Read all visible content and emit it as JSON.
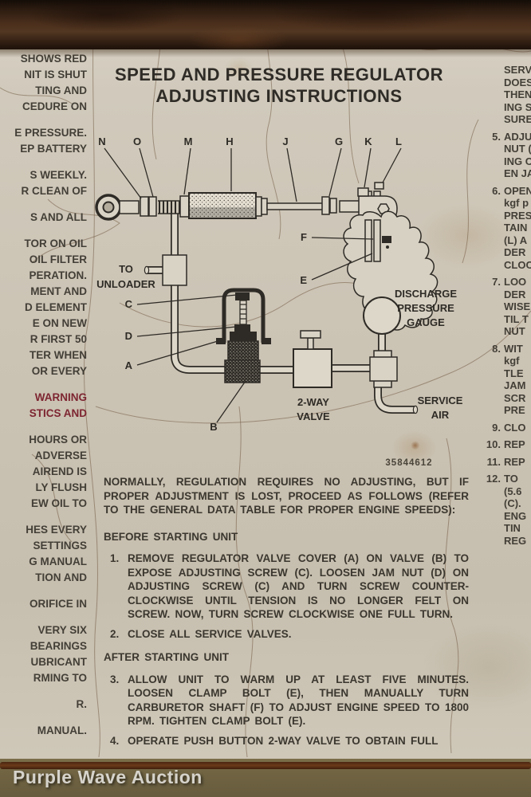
{
  "photo": {
    "watermark": "Purple Wave Auction"
  },
  "colors": {
    "placard_bg": "#ccc4b5",
    "ink": "#3b372f",
    "warning_red": "#7d2531",
    "metal_frame_brown": "#3a2416",
    "left_edge_red": "#541115",
    "ground_olive": "#6f6342",
    "watermark_gray": "#d6d3cb"
  },
  "placard": {
    "title_line1": "SPEED AND PRESSURE REGULATOR",
    "title_line2": "ADJUSTING INSTRUCTIONS",
    "part_number": "35844612",
    "diagram": {
      "top_labels": [
        "N",
        "O",
        "M",
        "H",
        "J",
        "G",
        "K",
        "L"
      ],
      "callouts": {
        "f": "F",
        "e": "E",
        "c": "C",
        "d": "D",
        "a": "A",
        "b": "B"
      },
      "labels": {
        "to": "TO",
        "unloader": "UNLOADER",
        "discharge": "DISCHARGE",
        "pressure": "PRESSURE",
        "gauge": "GAUGE",
        "two_way": "2-WAY",
        "valve": "VALVE",
        "service": "SERVICE",
        "air": "AIR"
      }
    },
    "intro": "NORMALLY, REGULATION REQUIRES NO ADJUSTING, BUT IF PROPER ADJUSTMENT IS LOST, PROCEED AS FOLLOWS (REFER TO THE GENERAL DATA TABLE FOR PROPER ENGINE SPEEDS):",
    "before_heading": "BEFORE STARTING UNIT",
    "before_steps": [
      {
        "num": "1.",
        "text": "REMOVE REGULATOR VALVE COVER (A) ON VALVE (B) TO EXPOSE ADJUSTING SCREW (C). LOOSEN JAM NUT (D) ON ADJUSTING SCREW (C) AND TURN SCREW COUNTER-CLOCKWISE UNTIL TENSION IS NO LONGER FELT ON SCREW. NOW, TURN SCREW CLOCKWISE ONE FULL TURN."
      },
      {
        "num": "2.",
        "text": "CLOSE ALL SERVICE VALVES."
      }
    ],
    "after_heading": "AFTER STARTING UNIT",
    "after_steps": [
      {
        "num": "3.",
        "text": "ALLOW UNIT TO WARM UP AT LEAST FIVE MINUTES. LOOSEN CLAMP BOLT (E), THEN MANUALLY TURN CARBURETOR SHAFT (F) TO ADJUST ENGINE SPEED TO 1800 RPM. TIGHTEN CLAMP BOLT (E)."
      },
      {
        "num": "4.",
        "text": "OPERATE PUSH BUTTON 2-WAY VALVE TO OBTAIN FULL"
      }
    ]
  },
  "left_column": {
    "lines": [
      {
        "text": "SHOWS RED"
      },
      {
        "text": "NIT IS SHUT"
      },
      {
        "text": "TING AND"
      },
      {
        "text": "CEDURE ON"
      },
      {
        "text": "E PRESSURE.",
        "gap": true
      },
      {
        "text": "EP BATTERY"
      },
      {
        "text": "S WEEKLY.",
        "gap": true
      },
      {
        "text": "R CLEAN OF"
      },
      {
        "text": "S AND ALL",
        "gap": true
      },
      {
        "text": "TOR ON OIL",
        "gap": true
      },
      {
        "text": "OIL FILTER"
      },
      {
        "text": "PERATION."
      },
      {
        "text": "MENT AND"
      },
      {
        "text": "D ELEMENT"
      },
      {
        "text": "E ON NEW"
      },
      {
        "text": "R FIRST 50"
      },
      {
        "text": "TER WHEN"
      },
      {
        "text": "OR EVERY"
      },
      {
        "text": "WARNING",
        "red": true,
        "gap": true
      },
      {
        "text": "STICS AND",
        "red": true
      },
      {
        "text": "HOURS OR",
        "gap": true
      },
      {
        "text": "ADVERSE"
      },
      {
        "text": "AIREND IS"
      },
      {
        "text": "LY FLUSH"
      },
      {
        "text": "EW OIL TO"
      },
      {
        "text": "HES EVERY",
        "gap": true
      },
      {
        "text": "SETTINGS"
      },
      {
        "text": "G MANUAL"
      },
      {
        "text": "TION AND"
      },
      {
        "text": "ORIFICE IN",
        "gap": true
      },
      {
        "text": "VERY SIX",
        "gap": true
      },
      {
        "text": "BEARINGS"
      },
      {
        "text": "UBRICANT"
      },
      {
        "text": "RMING TO"
      },
      {
        "text": "R.",
        "gap": true
      },
      {
        "text": "MANUAL.",
        "gap": true
      }
    ]
  },
  "right_column": {
    "lines": [
      {
        "text": "SERVI"
      },
      {
        "text": "DOES"
      },
      {
        "text": "THEN"
      },
      {
        "text": "ING S"
      },
      {
        "text": "SURE"
      },
      {
        "num": "5.",
        "text": "ADJU",
        "gap": true
      },
      {
        "text": "NUT ("
      },
      {
        "text": "ING C"
      },
      {
        "text": "EN JA"
      },
      {
        "num": "6.",
        "text": "OPEN",
        "gap": true
      },
      {
        "text": "kgf p"
      },
      {
        "text": "PRES"
      },
      {
        "text": "TAIN"
      },
      {
        "text": "(L) A"
      },
      {
        "text": "DER"
      },
      {
        "text": "CLOC"
      },
      {
        "num": "7.",
        "text": "LOO",
        "gap": true
      },
      {
        "text": "DER"
      },
      {
        "text": "WISE"
      },
      {
        "text": "TIL T"
      },
      {
        "text": "NUT"
      },
      {
        "num": "8.",
        "text": "WIT",
        "gap": true
      },
      {
        "text": "kgf"
      },
      {
        "text": "TLE"
      },
      {
        "text": "JAM"
      },
      {
        "text": "SCR"
      },
      {
        "text": "PRE"
      },
      {
        "num": "9.",
        "text": "CLO",
        "gap": true
      },
      {
        "num": "10.",
        "text": "REP",
        "gap": true
      },
      {
        "num": "11.",
        "text": "REP",
        "gap": true
      },
      {
        "num": "12.",
        "text": "TO",
        "gap": true
      },
      {
        "text": "(5.6"
      },
      {
        "text": "(C)."
      },
      {
        "text": "ENG"
      },
      {
        "text": "TIN"
      },
      {
        "text": "REG"
      }
    ]
  }
}
